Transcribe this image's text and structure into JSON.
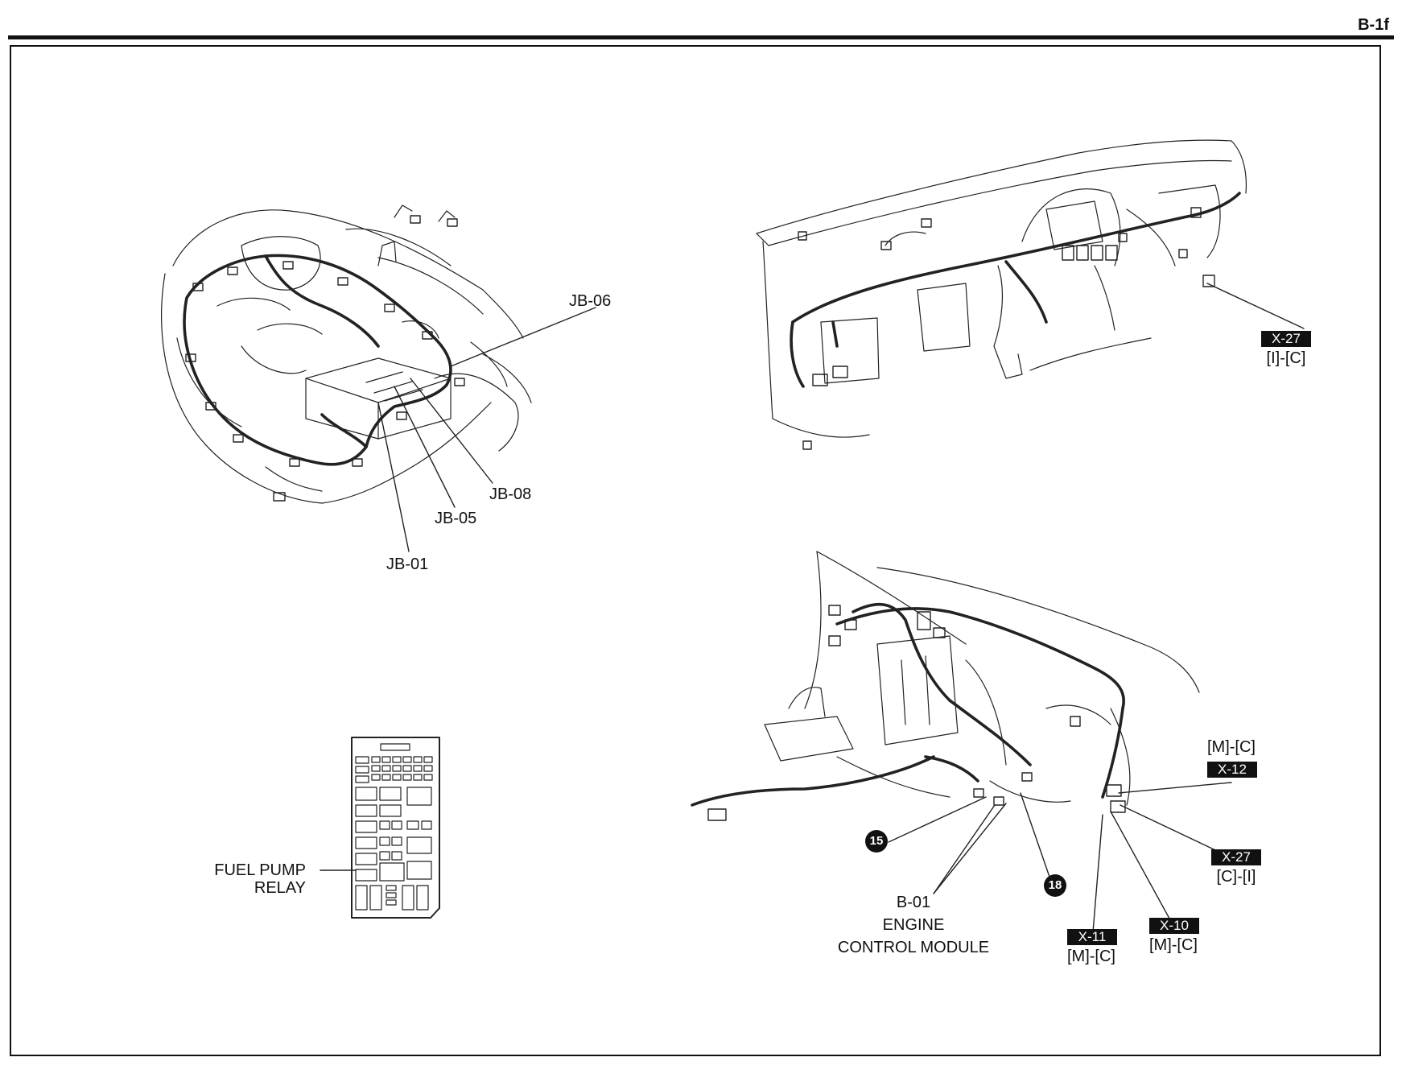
{
  "page": {
    "number": "B-1f"
  },
  "engine_bay": {
    "labels": {
      "jb06": "JB-06",
      "jb08": "JB-08",
      "jb05": "JB-05",
      "jb01": "JB-01"
    }
  },
  "fuse_box": {
    "relay_line1": "FUEL PUMP",
    "relay_line2": "RELAY"
  },
  "dashboard_top": {
    "x27": {
      "tag": "X-27",
      "code": "[I]-[C]"
    }
  },
  "dashboard_bottom": {
    "x12": {
      "tag": "X-12",
      "code": "[M]-[C]"
    },
    "x27": {
      "tag": "X-27",
      "code": "[C]-[I]"
    },
    "x10": {
      "tag": "X-10",
      "code": "[M]-[C]"
    },
    "x11": {
      "tag": "X-11",
      "code": "[M]-[C]"
    },
    "pin15": "15",
    "pin18": "18",
    "b01": {
      "line1": "B-01",
      "line2": "ENGINE",
      "line3": "CONTROL MODULE"
    }
  }
}
